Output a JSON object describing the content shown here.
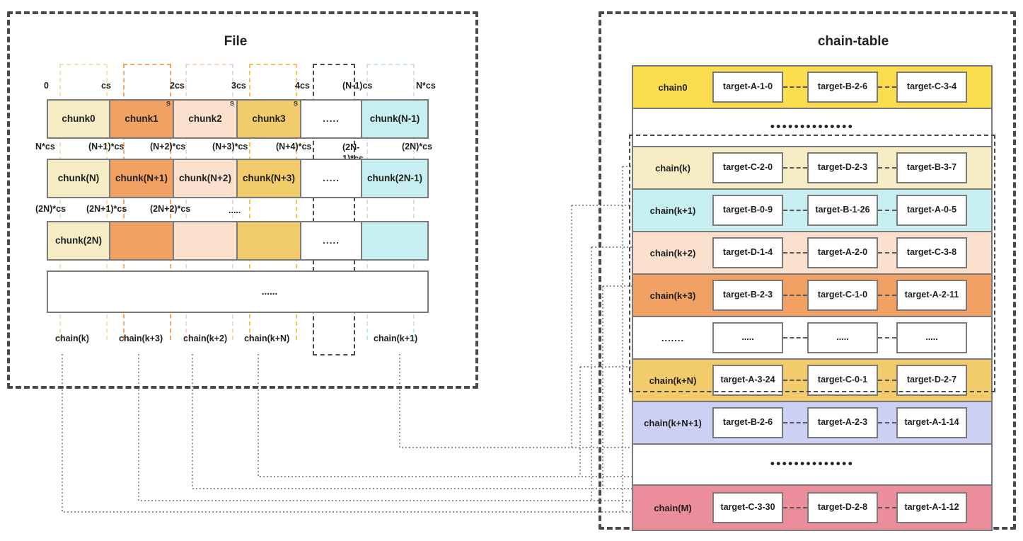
{
  "panels": {
    "file": {
      "title": "File"
    },
    "chain": {
      "title": "chain-table"
    }
  },
  "file": {
    "offset_rows": [
      {
        "labels": [
          "0",
          "cs",
          "2cs",
          "3cs",
          "4cs",
          "(N-1)cs",
          "N*cs"
        ]
      },
      {
        "labels": [
          "N*cs",
          "(N+1)*cs",
          "(N+2)*cs",
          "(N+3)*cs",
          "(N+4)*cs",
          "(2N-1)*cs",
          "(2N)*cs"
        ]
      },
      {
        "labels": [
          "(2N)*cs",
          "(2N+1)*cs",
          "(2N+2)*cs",
          "....."
        ]
      }
    ],
    "rows": [
      {
        "chunks": [
          {
            "label": "chunk0",
            "color": "#f6edc4",
            "sup": ""
          },
          {
            "label": "chunk1",
            "color": "#f2a165",
            "sup": "s"
          },
          {
            "label": "chunk2",
            "color": "#fbe0ce",
            "sup": "s"
          },
          {
            "label": "chunk3",
            "color": "#f2cc6b",
            "sup": "s"
          },
          {
            "label": ".....",
            "color": "#ffffff",
            "sup": ""
          },
          {
            "label": "chunk(N-1)",
            "color": "#c7eef0",
            "sup": ""
          }
        ]
      },
      {
        "chunks": [
          {
            "label": "chunk(N)",
            "color": "#f6edc4",
            "sup": ""
          },
          {
            "label": "chunk(N+1)",
            "color": "#f2a165",
            "sup": ""
          },
          {
            "label": "chunk(N+2)",
            "color": "#fbe0ce",
            "sup": ""
          },
          {
            "label": "chunk(N+3)",
            "color": "#f2cc6b",
            "sup": ""
          },
          {
            "label": ".....",
            "color": "#ffffff",
            "sup": ""
          },
          {
            "label": "chunk(2N-1)",
            "color": "#c7eef0",
            "sup": ""
          }
        ]
      },
      {
        "chunks": [
          {
            "label": "chunk(2N)",
            "color": "#f6edc4",
            "sup": ""
          },
          {
            "label": "",
            "color": "#f2a165",
            "sup": ""
          },
          {
            "label": "",
            "color": "#fbe0ce",
            "sup": ""
          },
          {
            "label": "",
            "color": "#f2cc6b",
            "sup": ""
          },
          {
            "label": ".....",
            "color": "#ffffff",
            "sup": ""
          },
          {
            "label": "",
            "color": "#c7eef0",
            "sup": ""
          }
        ]
      },
      {
        "chunks": [
          {
            "label": "",
            "color": "#ffffff",
            "sup": ""
          },
          {
            "label": "",
            "color": "#ffffff",
            "sup": ""
          },
          {
            "label": "",
            "color": "#ffffff",
            "sup": ""
          },
          {
            "label": "......",
            "color": "#ffffff",
            "sup": ""
          },
          {
            "label": "",
            "color": "#ffffff",
            "sup": ""
          },
          {
            "label": "",
            "color": "#ffffff",
            "sup": ""
          }
        ]
      }
    ],
    "column_guides": [
      {
        "color": "#f5dfb4"
      },
      {
        "color": "#f0a668"
      },
      {
        "color": "#f8d9c6"
      },
      {
        "color": "#f2c45e"
      },
      {
        "color": "#4a4a4a"
      },
      {
        "color": "#cbe9ec"
      }
    ],
    "chain_tags": [
      {
        "label": "chain(k)"
      },
      {
        "label": "chain(k+3)"
      },
      {
        "label": "chain(k+2)"
      },
      {
        "label": "chain(k+N)"
      },
      {
        "label": "chain(k+1)"
      }
    ]
  },
  "chain_table": {
    "rows": [
      {
        "name": "chain0",
        "color": "#fbdd4e",
        "cells": [
          "target-A-1-0",
          "target-B-2-6",
          "target-C-3-4"
        ],
        "kind": "chain"
      },
      {
        "name": "",
        "color": "#ffffff",
        "cells": [],
        "kind": "ellipsis",
        "dots": "••••••••••••••"
      },
      {
        "name": "chain(k)",
        "color": "#f6edc4",
        "cells": [
          "target-C-2-0",
          "target-D-2-3",
          "target-B-3-7"
        ],
        "kind": "chain"
      },
      {
        "name": "chain(k+1)",
        "color": "#c7eef0",
        "cells": [
          "target-B-0-9",
          "target-B-1-26",
          "target-A-0-5"
        ],
        "kind": "chain"
      },
      {
        "name": "chain(k+2)",
        "color": "#fbe0ce",
        "cells": [
          "target-D-1-4",
          "target-A-2-0",
          "target-C-3-8"
        ],
        "kind": "chain"
      },
      {
        "name": "chain(k+3)",
        "color": "#f2a165",
        "cells": [
          "target-B-2-3",
          "target-C-1-0",
          "target-A-2-11"
        ],
        "kind": "chain"
      },
      {
        "name": ".......",
        "color": "#ffffff",
        "cells": [
          ".....",
          ".....",
          "....."
        ],
        "kind": "chain"
      },
      {
        "name": "chain(k+N)",
        "color": "#f2cc6b",
        "cells": [
          "target-A-3-24",
          "target-C-0-1",
          "target-D-2-7"
        ],
        "kind": "chain"
      },
      {
        "name": "chain(k+N+1)",
        "color": "#ccd0f5",
        "cells": [
          "target-B-2-6",
          "target-A-2-3",
          "target-A-1-14"
        ],
        "kind": "chain"
      },
      {
        "name": "",
        "color": "#ffffff",
        "cells": [],
        "kind": "ellipsis",
        "dots": "••••••••••••••"
      },
      {
        "name": "chain(M)",
        "color": "#eb8d9a",
        "cells": [
          "target-C-3-30",
          "target-D-2-8",
          "target-A-1-12"
        ],
        "kind": "chain"
      }
    ]
  },
  "colors": {
    "panel_border": "#4a4a4a",
    "box_border": "#7a7a7a",
    "connector": "#555555",
    "text": "#1f1f1f"
  }
}
